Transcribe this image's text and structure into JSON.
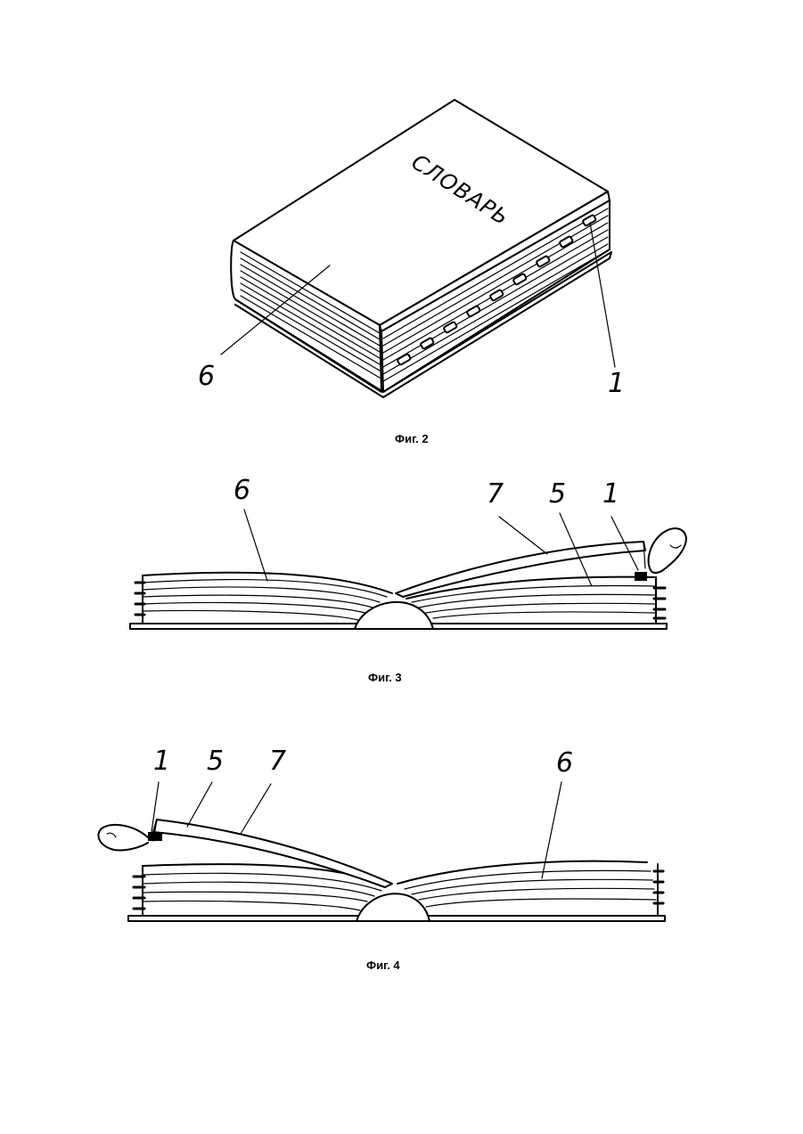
{
  "figures": [
    {
      "id": "fig2",
      "caption": "Фиг. 2",
      "cover_title": "СЛОВАРЬ",
      "labels": [
        "6",
        "1"
      ]
    },
    {
      "id": "fig3",
      "caption": "Фиг. 3",
      "labels": [
        "6",
        "7",
        "5",
        "1"
      ]
    },
    {
      "id": "fig4",
      "caption": "Фиг. 4",
      "labels": [
        "1",
        "5",
        "7",
        "6"
      ]
    }
  ]
}
